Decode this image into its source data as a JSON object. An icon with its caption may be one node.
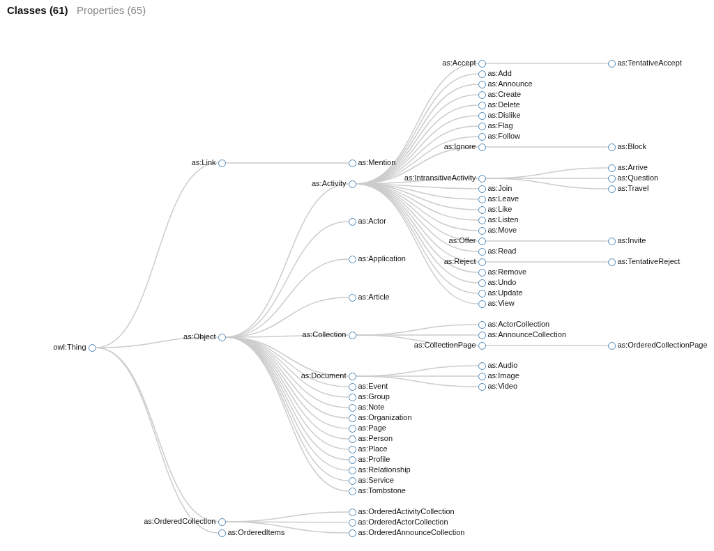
{
  "diagram": {
    "title": "Classes (61)",
    "nodes": [
      {
        "text": [],
        "shape": "circle",
        "beside": [
          "owl:Thing"
        ]
      },
      {
        "text": [],
        "shape": "circle",
        "beside": [
          "as:Link"
        ]
      },
      {
        "text": [],
        "shape": "circle",
        "beside": [
          "as:Mention"
        ]
      },
      {
        "text": [],
        "shape": "circle",
        "beside": [
          "as:Object"
        ]
      },
      {
        "text": [],
        "shape": "circle",
        "beside": [
          "as:Activity"
        ]
      },
      {
        "text": [],
        "shape": "circle",
        "beside": [
          "as:Accept"
        ]
      },
      {
        "text": [],
        "shape": "circle",
        "beside": [
          "as:TentativeAccept"
        ]
      },
      {
        "text": [],
        "shape": "circle",
        "beside": [
          "as:Add"
        ]
      },
      {
        "text": [],
        "shape": "circle",
        "beside": [
          "as:Announce"
        ]
      },
      {
        "text": [],
        "shape": "circle",
        "beside": [
          "as:Create"
        ]
      },
      {
        "text": [],
        "shape": "circle",
        "beside": [
          "as:Delete"
        ]
      },
      {
        "text": [],
        "shape": "circle",
        "beside": [
          "as:Dislike"
        ]
      },
      {
        "text": [],
        "shape": "circle",
        "beside": [
          "as:Flag"
        ]
      },
      {
        "text": [],
        "shape": "circle",
        "beside": [
          "as:Follow"
        ]
      },
      {
        "text": [],
        "shape": "circle",
        "beside": [
          "as:Ignore"
        ]
      },
      {
        "text": [],
        "shape": "circle",
        "beside": [
          "as:Block"
        ]
      },
      {
        "text": [],
        "shape": "circle",
        "beside": [
          "as:IntransitiveActivity"
        ]
      },
      {
        "text": [],
        "shape": "circle",
        "beside": [
          "as:Arrive"
        ]
      },
      {
        "text": [],
        "shape": "circle",
        "beside": [
          "as:Question"
        ]
      },
      {
        "text": [],
        "shape": "circle",
        "beside": [
          "as:Travel"
        ]
      },
      {
        "text": [],
        "shape": "circle",
        "beside": [
          "as:Join"
        ]
      },
      {
        "text": [],
        "shape": "circle",
        "beside": [
          "as:Leave"
        ]
      },
      {
        "text": [],
        "shape": "circle",
        "beside": [
          "as:Like"
        ]
      },
      {
        "text": [],
        "shape": "circle",
        "beside": [
          "as:Listen"
        ]
      },
      {
        "text": [],
        "shape": "circle",
        "beside": [
          "as:Move"
        ]
      },
      {
        "text": [],
        "shape": "circle",
        "beside": [
          "as:Offer"
        ]
      },
      {
        "text": [],
        "shape": "circle",
        "beside": [
          "as:Invite"
        ]
      },
      {
        "text": [],
        "shape": "circle",
        "beside": [
          "as:Read"
        ]
      },
      {
        "text": [],
        "shape": "circle",
        "beside": [
          "as:Reject"
        ]
      },
      {
        "text": [],
        "shape": "circle",
        "beside": [
          "as:TentativeReject"
        ]
      },
      {
        "text": [],
        "shape": "circle",
        "beside": [
          "as:Remove"
        ]
      },
      {
        "text": [],
        "shape": "circle",
        "beside": [
          "as:Undo"
        ]
      },
      {
        "text": [],
        "shape": "circle",
        "beside": [
          "as:Update"
        ]
      },
      {
        "text": [],
        "shape": "circle",
        "beside": [
          "as:View"
        ]
      },
      {
        "text": [],
        "shape": "circle",
        "beside": [
          "as:Actor"
        ]
      },
      {
        "text": [],
        "shape": "circle",
        "beside": [
          "as:Application"
        ]
      },
      {
        "text": [],
        "shape": "circle",
        "beside": [
          "as:Article"
        ]
      },
      {
        "text": [],
        "shape": "circle",
        "beside": [
          "as:Collection"
        ]
      },
      {
        "text": [],
        "shape": "circle",
        "beside": [
          "as:ActorCollection"
        ]
      },
      {
        "text": [],
        "shape": "circle",
        "beside": [
          "as:AnnounceCollection"
        ]
      },
      {
        "text": [],
        "shape": "circle",
        "beside": [
          "as:CollectionPage"
        ]
      },
      {
        "text": [],
        "shape": "circle",
        "beside": [
          "as:OrderedCollectionPage"
        ]
      },
      {
        "text": [],
        "shape": "circle",
        "beside": [
          "as:Document"
        ]
      },
      {
        "text": [],
        "shape": "circle",
        "beside": [
          "as:Audio"
        ]
      },
      {
        "text": [],
        "shape": "circle",
        "beside": [
          "as:Image"
        ]
      },
      {
        "text": [],
        "shape": "circle",
        "beside": [
          "as:Video"
        ]
      },
      {
        "text": [],
        "shape": "circle",
        "beside": [
          "as:Event"
        ]
      },
      {
        "text": [],
        "shape": "circle",
        "beside": [
          "as:Group"
        ]
      },
      {
        "text": [],
        "shape": "circle",
        "beside": [
          "as:Note"
        ]
      },
      {
        "text": [],
        "shape": "circle",
        "beside": [
          "as:Organization"
        ]
      },
      {
        "text": [],
        "shape": "circle",
        "beside": [
          "as:Page"
        ]
      },
      {
        "text": [],
        "shape": "circle",
        "beside": [
          "as:Person"
        ]
      },
      {
        "text": [],
        "shape": "circle",
        "beside": [
          "as:Place"
        ]
      },
      {
        "text": [],
        "shape": "circle",
        "beside": [
          "as:Profile"
        ]
      },
      {
        "text": [],
        "shape": "circle",
        "beside": [
          "as:Relationship"
        ]
      },
      {
        "text": [],
        "shape": "circle",
        "beside": [
          "as:Service"
        ]
      },
      {
        "text": [],
        "shape": "circle",
        "beside": [
          "as:Tombstone"
        ]
      },
      {
        "text": [],
        "shape": "circle",
        "beside": [
          "as:OrderedCollection"
        ]
      },
      {
        "text": [],
        "shape": "circle",
        "beside": [
          "as:OrderedActivityCollection"
        ]
      },
      {
        "text": [],
        "shape": "circle",
        "beside": [
          "as:OrderedActorCollection"
        ]
      },
      {
        "text": [],
        "shape": "circle",
        "beside": [
          "as:OrderedAnnounceCollection"
        ]
      },
      {
        "text": [],
        "shape": "circle",
        "beside": [
          "as:OrderedItems"
        ]
      }
    ],
    "edges": [
      {
        "from": 0,
        "to": 1,
        "arrow": "none"
      },
      {
        "from": 1,
        "to": 2,
        "arrow": "none"
      },
      {
        "from": 0,
        "to": 3,
        "arrow": "none"
      },
      {
        "from": 3,
        "to": 4,
        "arrow": "none"
      },
      {
        "from": 4,
        "to": 5,
        "arrow": "none"
      },
      {
        "from": 5,
        "to": 6,
        "arrow": "none"
      },
      {
        "from": 4,
        "to": 7,
        "arrow": "none"
      },
      {
        "from": 4,
        "to": 8,
        "arrow": "none"
      },
      {
        "from": 4,
        "to": 9,
        "arrow": "none"
      },
      {
        "from": 4,
        "to": 10,
        "arrow": "none"
      },
      {
        "from": 4,
        "to": 11,
        "arrow": "none"
      },
      {
        "from": 4,
        "to": 12,
        "arrow": "none"
      },
      {
        "from": 4,
        "to": 13,
        "arrow": "none"
      },
      {
        "from": 4,
        "to": 14,
        "arrow": "none"
      },
      {
        "from": 14,
        "to": 15,
        "arrow": "none"
      },
      {
        "from": 4,
        "to": 16,
        "arrow": "none"
      },
      {
        "from": 16,
        "to": 17,
        "arrow": "none"
      },
      {
        "from": 16,
        "to": 18,
        "arrow": "none"
      },
      {
        "from": 16,
        "to": 19,
        "arrow": "none"
      },
      {
        "from": 4,
        "to": 20,
        "arrow": "none"
      },
      {
        "from": 4,
        "to": 21,
        "arrow": "none"
      },
      {
        "from": 4,
        "to": 22,
        "arrow": "none"
      },
      {
        "from": 4,
        "to": 23,
        "arrow": "none"
      },
      {
        "from": 4,
        "to": 24,
        "arrow": "none"
      },
      {
        "from": 4,
        "to": 25,
        "arrow": "none"
      },
      {
        "from": 25,
        "to": 26,
        "arrow": "none"
      },
      {
        "from": 4,
        "to": 27,
        "arrow": "none"
      },
      {
        "from": 4,
        "to": 28,
        "arrow": "none"
      },
      {
        "from": 28,
        "to": 29,
        "arrow": "none"
      },
      {
        "from": 4,
        "to": 30,
        "arrow": "none"
      },
      {
        "from": 4,
        "to": 31,
        "arrow": "none"
      },
      {
        "from": 4,
        "to": 32,
        "arrow": "none"
      },
      {
        "from": 4,
        "to": 33,
        "arrow": "none"
      },
      {
        "from": 3,
        "to": 34,
        "arrow": "none"
      },
      {
        "from": 3,
        "to": 35,
        "arrow": "none"
      },
      {
        "from": 3,
        "to": 36,
        "arrow": "none"
      },
      {
        "from": 3,
        "to": 37,
        "arrow": "none"
      },
      {
        "from": 37,
        "to": 38,
        "arrow": "none"
      },
      {
        "from": 37,
        "to": 39,
        "arrow": "none"
      },
      {
        "from": 37,
        "to": 40,
        "arrow": "none"
      },
      {
        "from": 40,
        "to": 41,
        "arrow": "none"
      },
      {
        "from": 3,
        "to": 42,
        "arrow": "none"
      },
      {
        "from": 42,
        "to": 43,
        "arrow": "none"
      },
      {
        "from": 42,
        "to": 44,
        "arrow": "none"
      },
      {
        "from": 42,
        "to": 45,
        "arrow": "none"
      },
      {
        "from": 3,
        "to": 46,
        "arrow": "none"
      },
      {
        "from": 3,
        "to": 47,
        "arrow": "none"
      },
      {
        "from": 3,
        "to": 48,
        "arrow": "none"
      },
      {
        "from": 3,
        "to": 49,
        "arrow": "none"
      },
      {
        "from": 3,
        "to": 50,
        "arrow": "none"
      },
      {
        "from": 3,
        "to": 51,
        "arrow": "none"
      },
      {
        "from": 3,
        "to": 52,
        "arrow": "none"
      },
      {
        "from": 3,
        "to": 53,
        "arrow": "none"
      },
      {
        "from": 3,
        "to": 54,
        "arrow": "none"
      },
      {
        "from": 3,
        "to": 55,
        "arrow": "none"
      },
      {
        "from": 3,
        "to": 56,
        "arrow": "none"
      },
      {
        "from": 0,
        "to": 57,
        "arrow": "none"
      },
      {
        "from": 57,
        "to": 58,
        "arrow": "none"
      },
      {
        "from": 57,
        "to": 59,
        "arrow": "none"
      },
      {
        "from": 57,
        "to": 60,
        "arrow": "none"
      },
      {
        "from": 0,
        "to": 61,
        "arrow": "none"
      }
    ],
    "labels": [
      "Properties (65)"
    ]
  }
}
